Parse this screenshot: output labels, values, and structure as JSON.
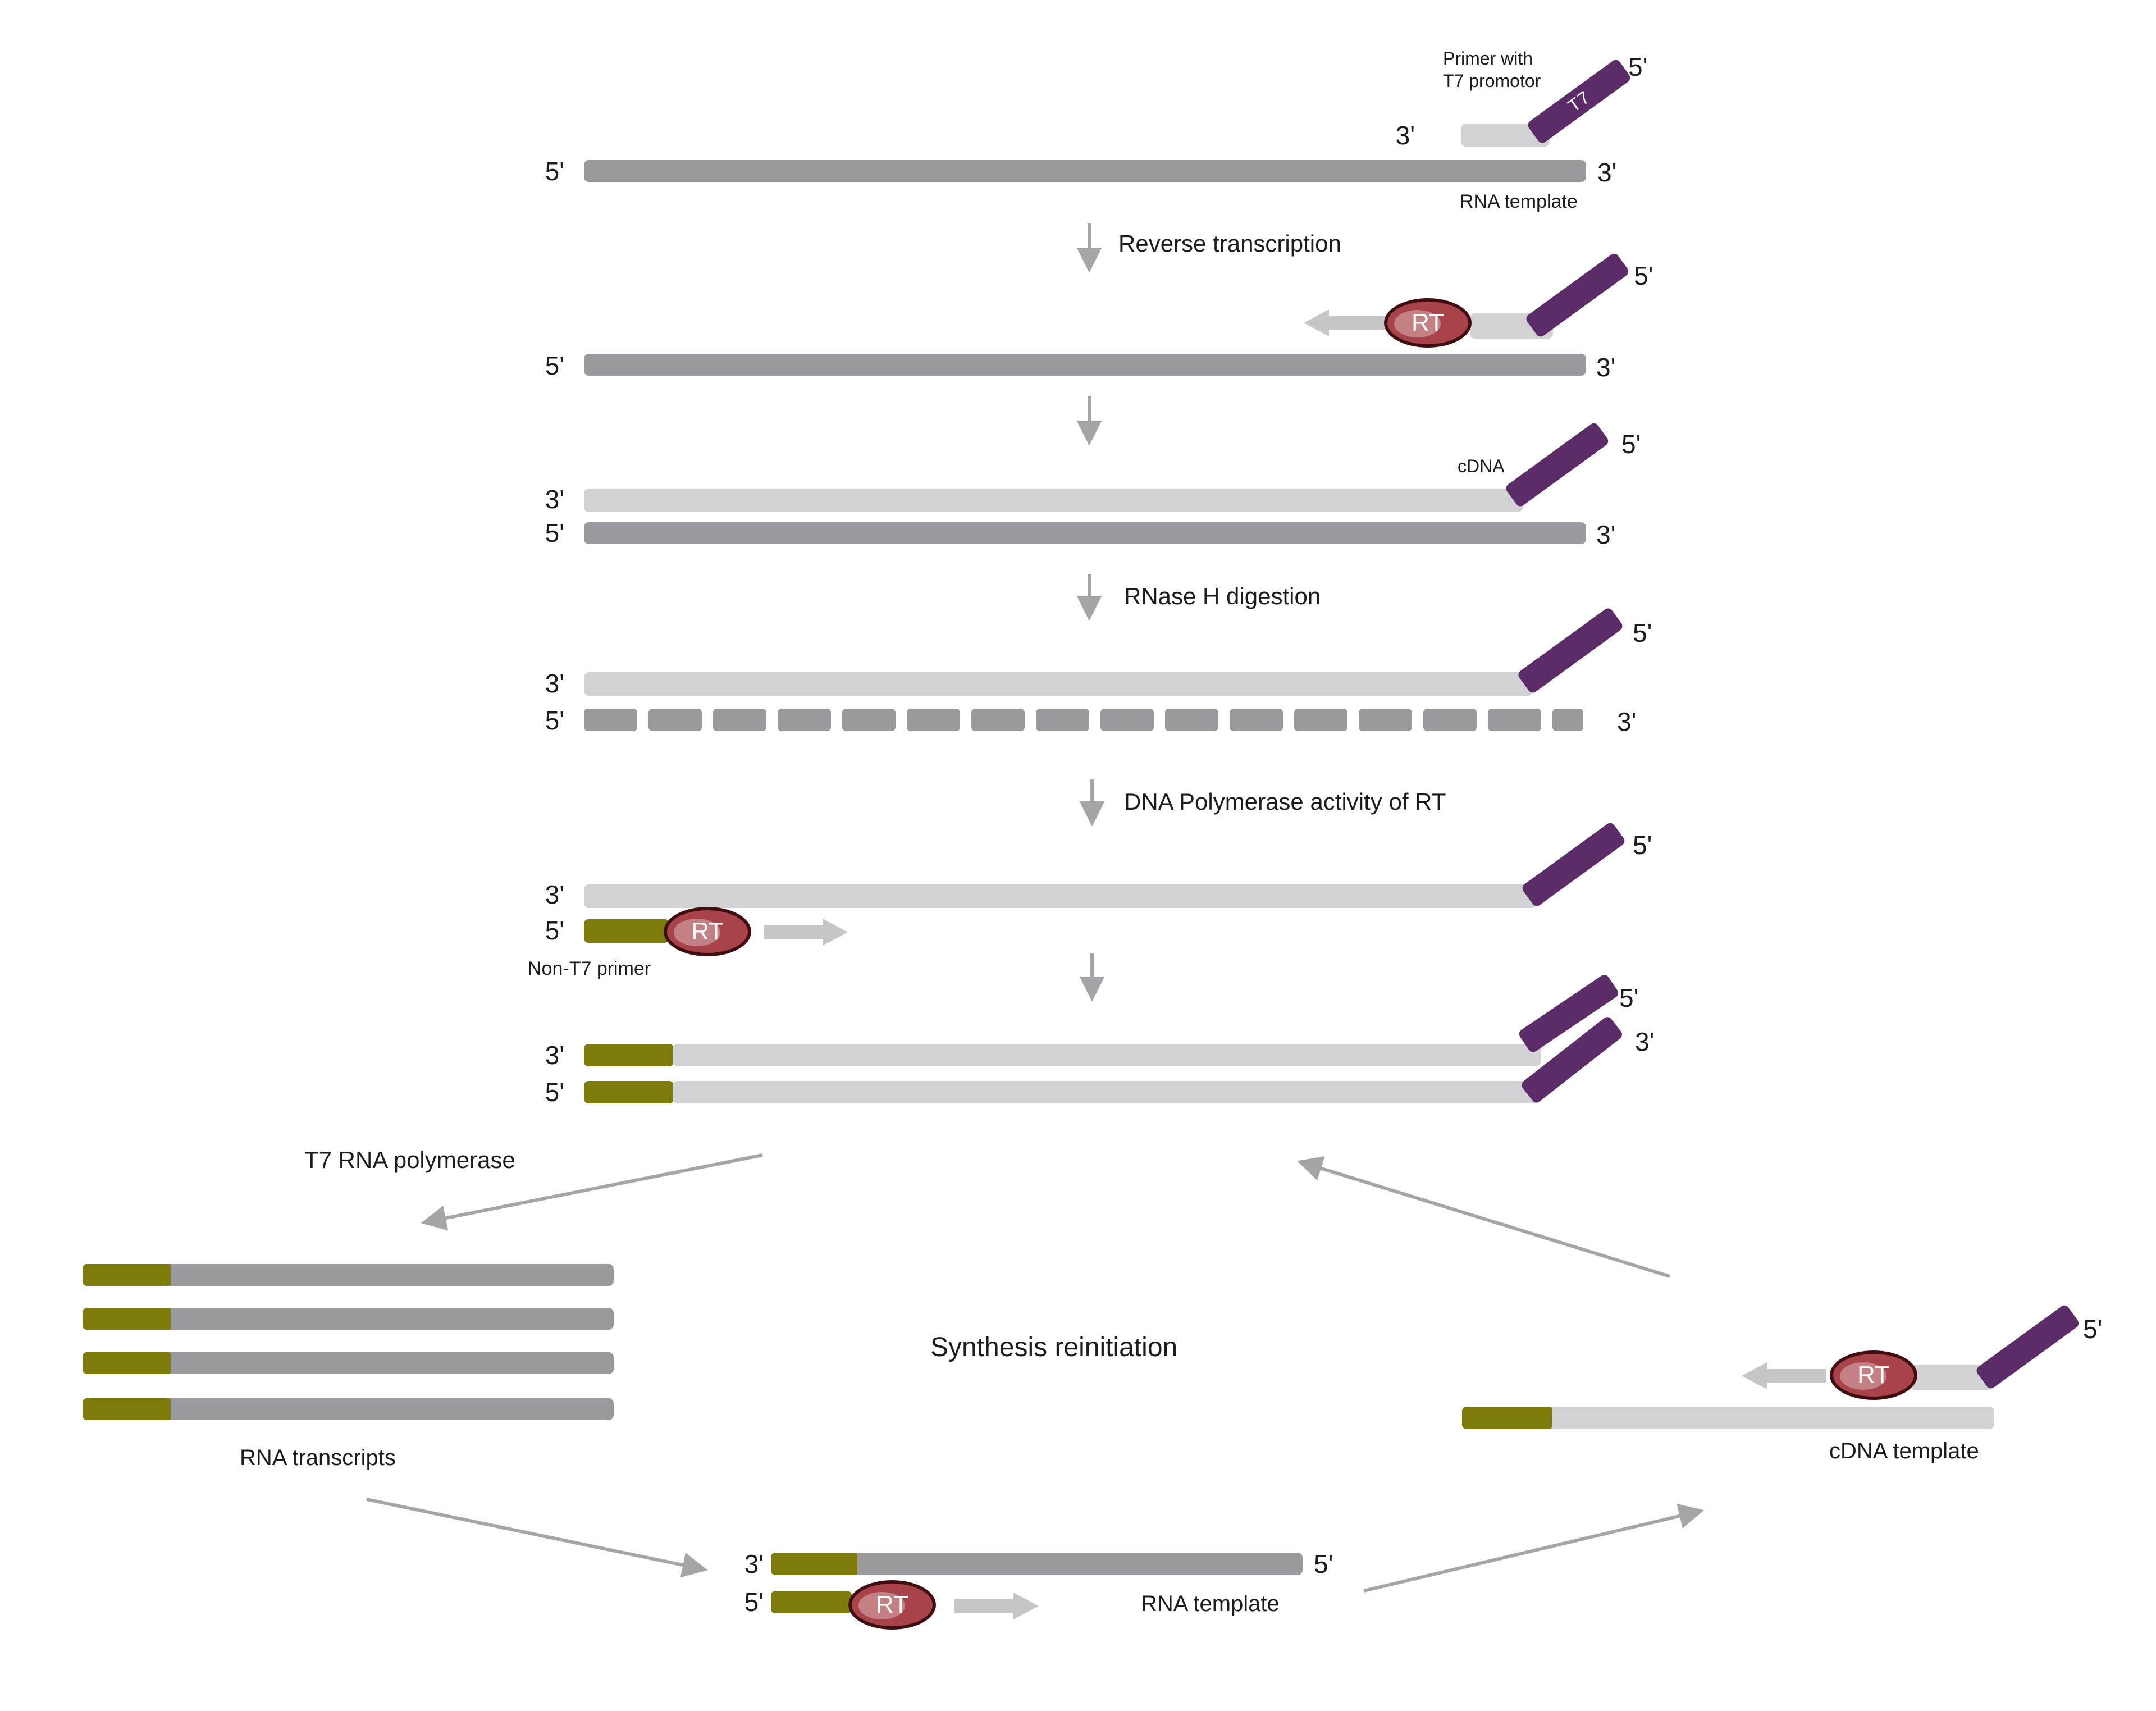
{
  "colors": {
    "purple": "#5b2c68",
    "olive": "#7d7c0a",
    "gray-dark": "#9a999d",
    "gray-light": "#d2d2d4",
    "rt-fill": "#a8434a",
    "rt-border": "#400d11",
    "arrow": "#a5a4a8",
    "block-arrow": "#c6c6c8",
    "text": "#1c1c1c"
  },
  "prime": {
    "five": "5'",
    "three": "3'"
  },
  "enzyme": {
    "rt": "RT"
  },
  "primer": {
    "label_line1": "Primer with",
    "label_line2": "T7 promotor",
    "t7": "T7"
  },
  "steps": {
    "reverse_transcription": "Reverse transcription",
    "rnase_h": "RNase H digestion",
    "dna_polymerase": "DNA Polymerase activity of RT",
    "t7_rna_polymerase": "T7 RNA polymerase",
    "synthesis_reinitiation": "Synthesis reinitiation"
  },
  "molecules": {
    "rna_template": "RNA template",
    "cdna": "cDNA",
    "non_t7_primer": "Non-T7 primer",
    "rna_transcripts": "RNA transcripts",
    "cdna_template": "cDNA template",
    "rna_template_bottom": "RNA template"
  }
}
